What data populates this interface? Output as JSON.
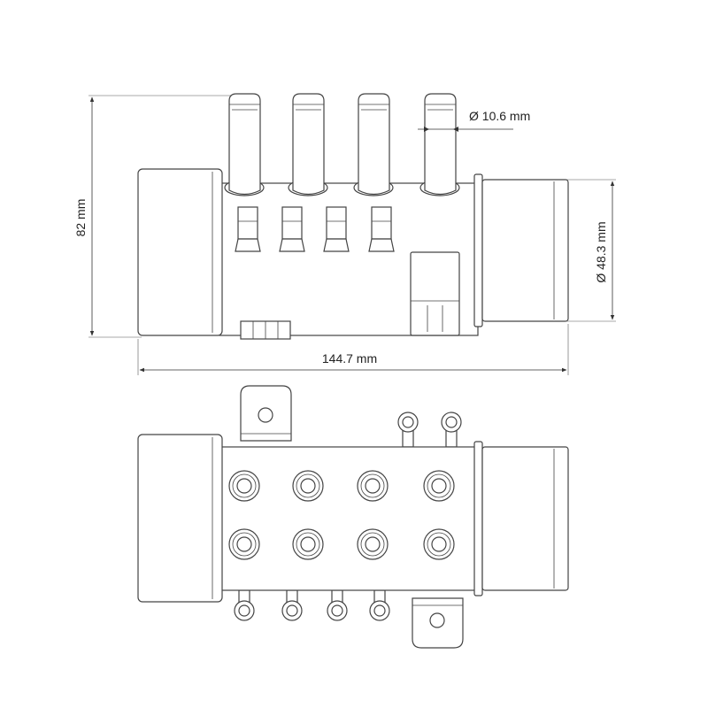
{
  "dimensions": {
    "height": "82 mm",
    "pipe_diameter": "Ø 10.6 mm",
    "inlet_diameter": "Ø 48.3 mm",
    "overall_length": "144.7 mm"
  },
  "views": {
    "side": {
      "pipe_count": 4,
      "valve_count": 4
    },
    "top": {
      "port_rows": 2,
      "ports_per_row": 4,
      "top_lugs": 2,
      "bottom_lugs": 4
    }
  },
  "colors": {
    "line": "#444444",
    "background": "#ffffff"
  }
}
